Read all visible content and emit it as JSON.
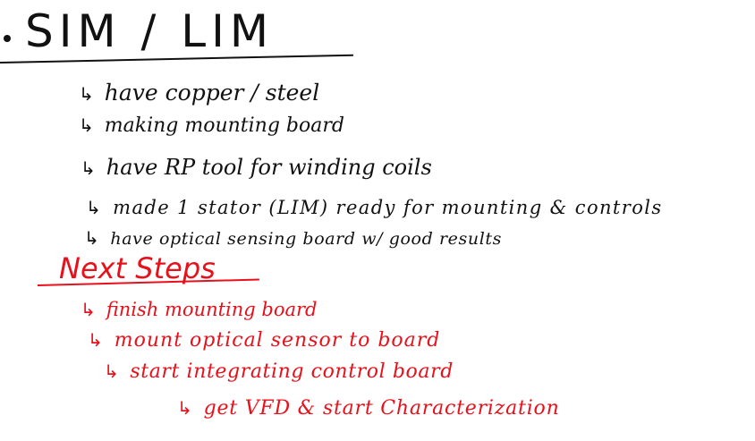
{
  "title": "SIM / LIM",
  "status_items": [
    "have copper / steel",
    "making mounting board",
    "have RP tool for winding coils",
    "made 1 stator (LIM) ready for mounting & controls",
    "have optical sensing board w/ good results"
  ],
  "next_steps": {
    "heading": "Next Steps",
    "items": [
      "finish mounting board",
      "mount optical sensor to board",
      "start integrating control board",
      "get VFD & start Characterization"
    ]
  },
  "colors": {
    "black_ink": "#111111",
    "red_ink": "#e8101a",
    "background": "#ffffff"
  },
  "icons": {
    "bullet": "bullet-dot-icon",
    "sub_item": "hook-arrow-icon"
  }
}
